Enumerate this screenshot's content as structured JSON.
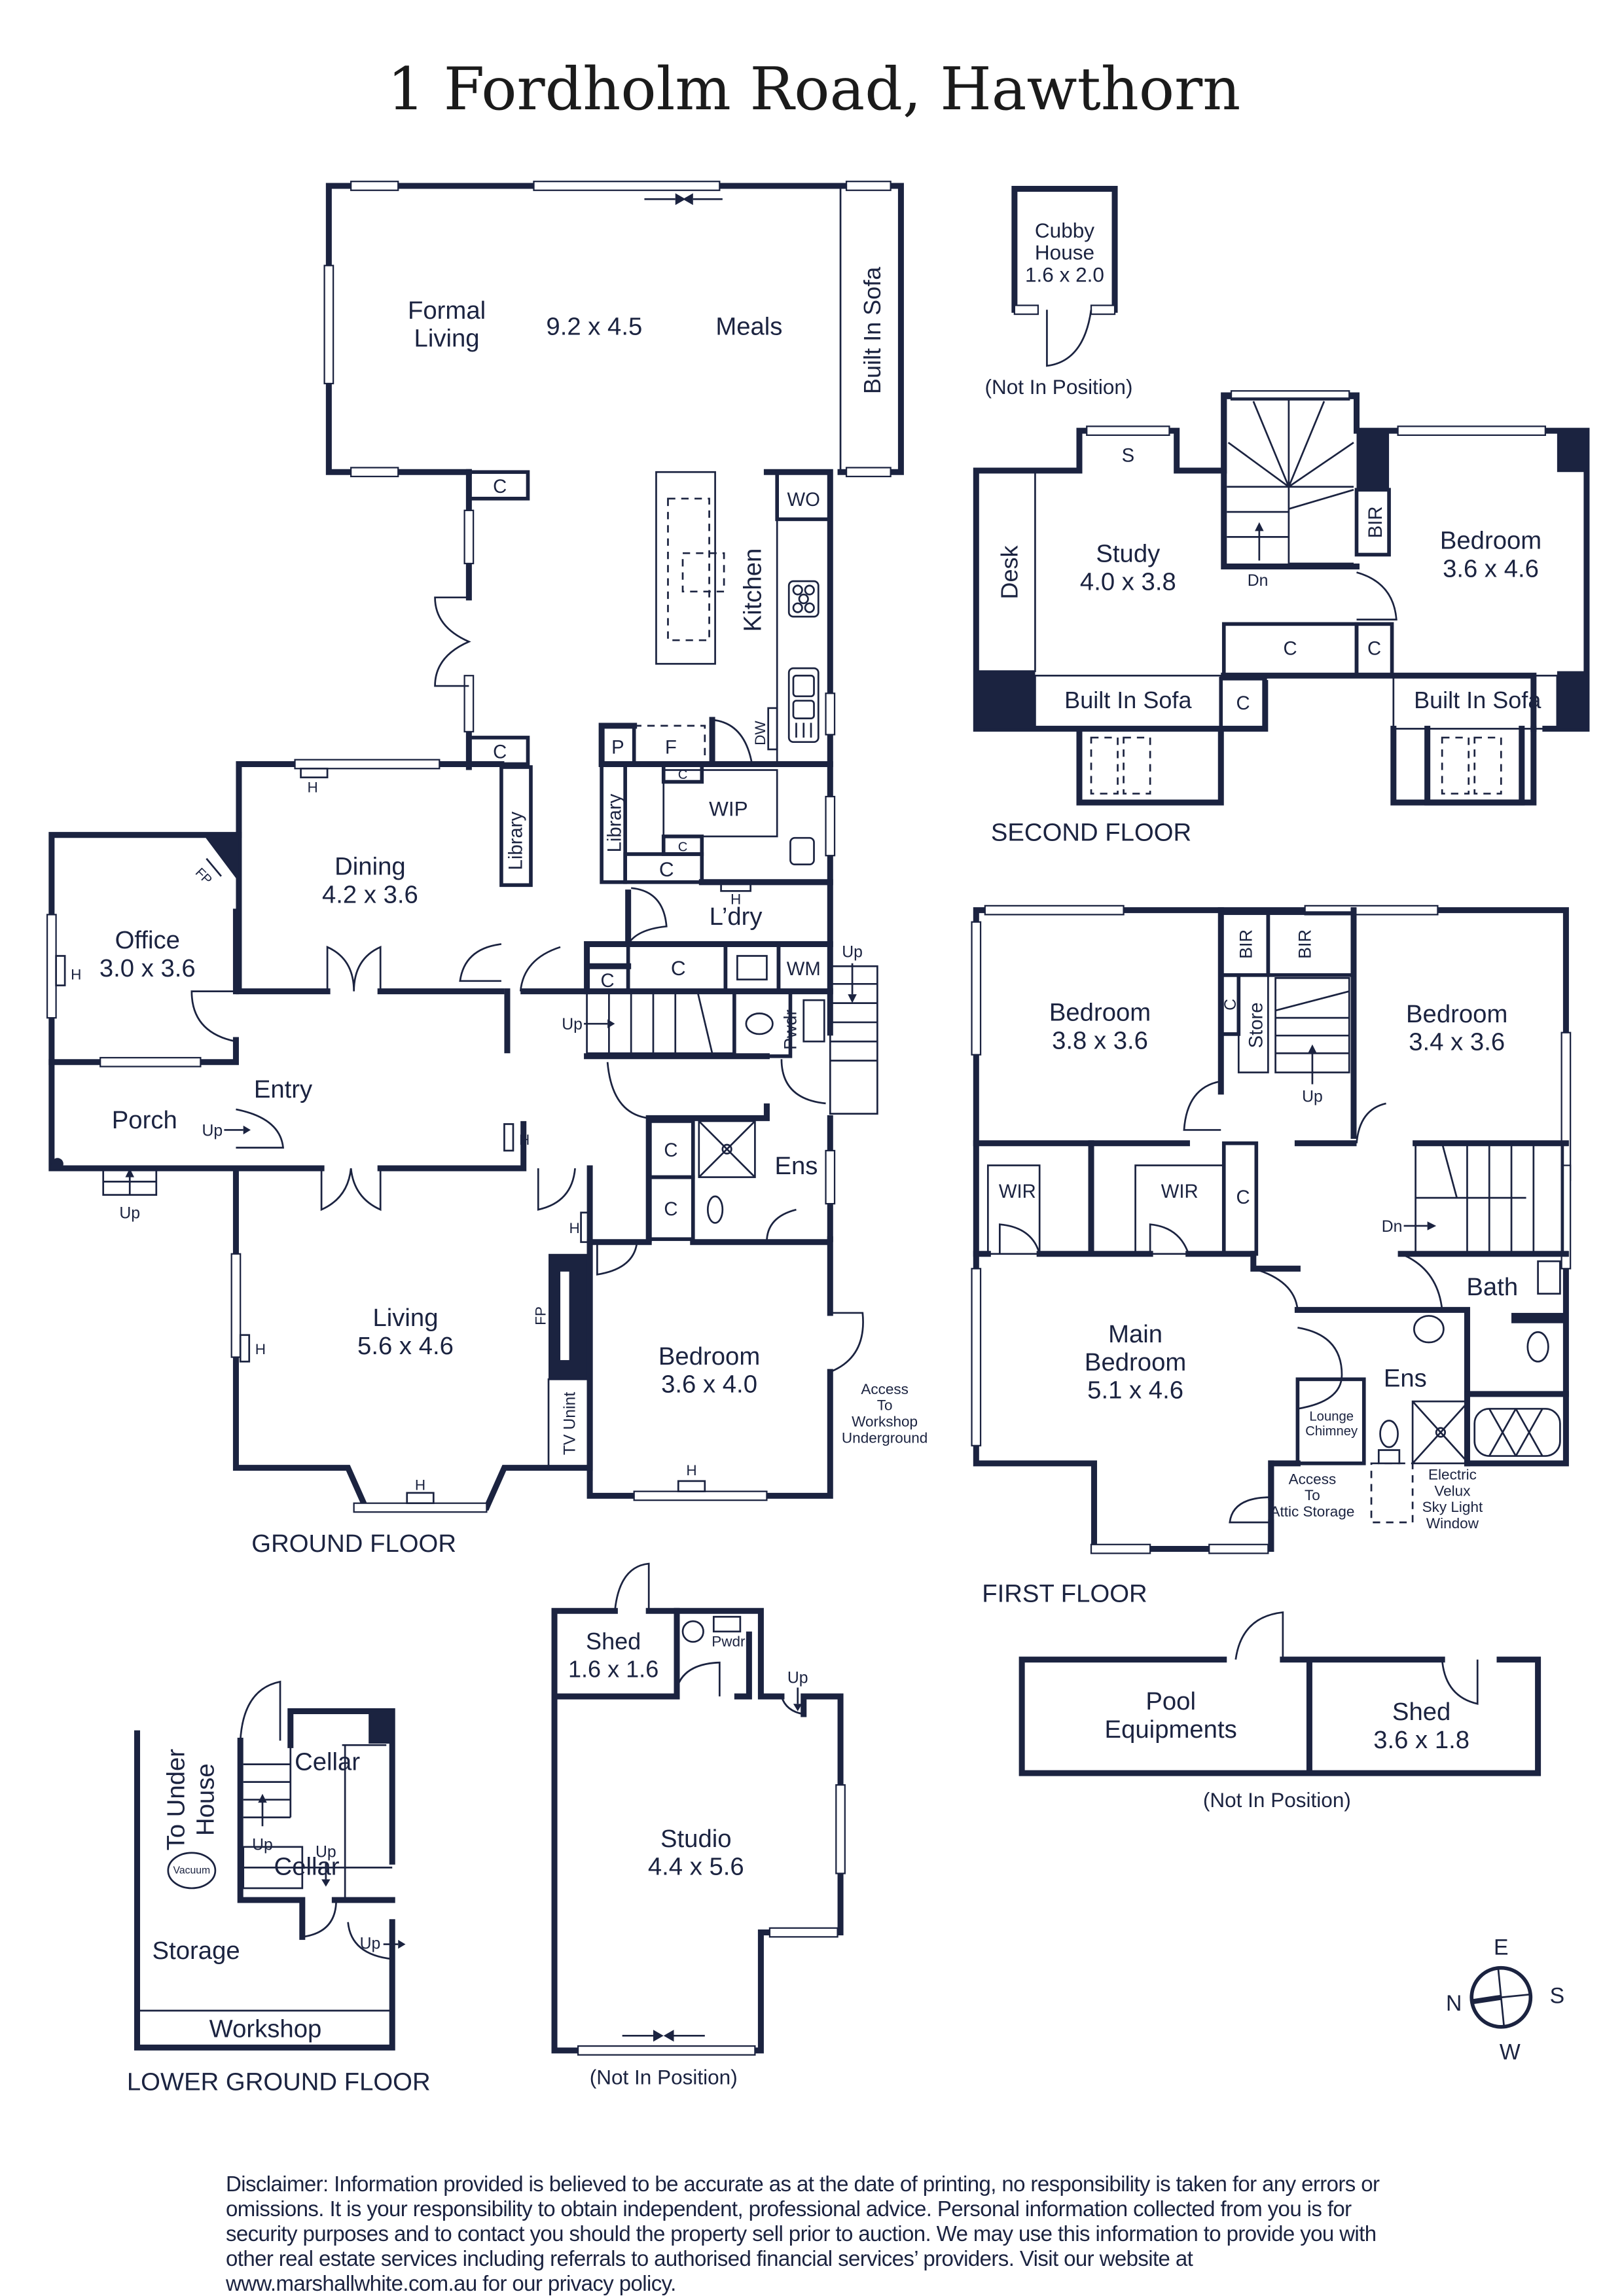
{
  "title": "1 Fordholm Road, Hawthorn",
  "colors": {
    "wall": "#1b2340",
    "background": "#ffffff"
  },
  "floors": {
    "ground": {
      "label": "GROUND FLOOR",
      "rooms": {
        "formal_living": {
          "name1": "Formal",
          "name2": "Living"
        },
        "open_plan_dims": "9.2 x 4.5",
        "meals": "Meals",
        "built_in_sofa": "Built In Sofa",
        "kitchen": "Kitchen",
        "wo": "WO",
        "dw": "DW",
        "pantry": "P",
        "fridge": "F",
        "wip": "WIP",
        "library_a": "Library",
        "library_b": "Library",
        "laundry": "L’dry",
        "wm": "WM",
        "pwdr": "Pwdr",
        "ens": "Ens",
        "closet": "C",
        "dining": {
          "name": "Dining",
          "dims": "4.2 x 3.6"
        },
        "office": {
          "name": "Office",
          "dims": "3.0 x 3.6"
        },
        "entry": "Entry",
        "porch": "Porch",
        "living": {
          "name": "Living",
          "dims": "5.6 x 4.6"
        },
        "bedroom": {
          "name": "Bedroom",
          "dims": "3.6 x 4.0"
        },
        "fp": "FP",
        "tv_unit": "TV Unint",
        "heater": "H",
        "up": "Up",
        "access_workshop": [
          "Access",
          "To",
          "Workshop",
          "Underground"
        ]
      }
    },
    "second": {
      "label": "SECOND FLOOR",
      "rooms": {
        "study": {
          "name": "Study",
          "dims": "4.0 x 3.8"
        },
        "bedroom": {
          "name": "Bedroom",
          "dims": "3.6 x 4.6"
        },
        "desk": "Desk",
        "s": "S",
        "bir": "BIR",
        "built_in_sofa": "Built In Sofa",
        "closet": "C",
        "dn": "Dn"
      }
    },
    "first": {
      "label": "FIRST FLOOR",
      "rooms": {
        "bedroom_a": {
          "name": "Bedroom",
          "dims": "3.8 x 3.6"
        },
        "bedroom_b": {
          "name": "Bedroom",
          "dims": "3.4 x 3.6"
        },
        "main_bedroom": {
          "name1": "Main",
          "name2": "Bedroom",
          "dims": "5.1 x 4.6"
        },
        "bir": "BIR",
        "store": "Store",
        "wir": "WIR",
        "closet": "C",
        "bath": "Bath",
        "ens": "Ens",
        "up": "Up",
        "dn": "Dn",
        "lounge_chimney": [
          "Lounge",
          "Chimney"
        ],
        "access_attic": [
          "Access",
          "To",
          "Attic Storage"
        ],
        "skylight": [
          "Electric",
          "Velux",
          "Sky Light",
          "Window"
        ]
      }
    },
    "lower_ground": {
      "label": "LOWER GROUND FLOOR",
      "rooms": {
        "to_under_house": [
          "To Under",
          "House"
        ],
        "cellar": "Cellar",
        "vacuum": "Vacuum",
        "storage": "Storage",
        "workshop": "Workshop",
        "up": "Up"
      }
    }
  },
  "outbuildings": {
    "cubby": {
      "name1": "Cubby",
      "name2": "House",
      "dims": "1.6 x 2.0",
      "note": "(Not In Position)"
    },
    "studio": {
      "name": "Studio",
      "dims": "4.4 x 5.6",
      "note": "(Not In Position)"
    },
    "studio_shed": {
      "name": "Shed",
      "dims": "1.6 x 1.6"
    },
    "studio_pwdr": "Pwdr",
    "studio_up": "Up",
    "pool": {
      "name1": "Pool",
      "name2": "Equipments"
    },
    "shed": {
      "name": "Shed",
      "dims": "3.6 x 1.8"
    },
    "pool_note": "(Not In Position)"
  },
  "compass": {
    "n": "N",
    "e": "E",
    "s": "S",
    "w": "W"
  },
  "disclaimer": "Disclaimer: Information provided is believed to be accurate as at the date of printing, no responsibility is taken for any errors or omissions. It is your responsibility to obtain independent, professional advice. Personal information collected from you is for security purposes and to contact you should the property sell prior to auction. We may use this information to provide you with other real estate services including referrals to authorised financial services’ providers. Visit our website at www.marshallwhite.com.au for our privacy policy."
}
